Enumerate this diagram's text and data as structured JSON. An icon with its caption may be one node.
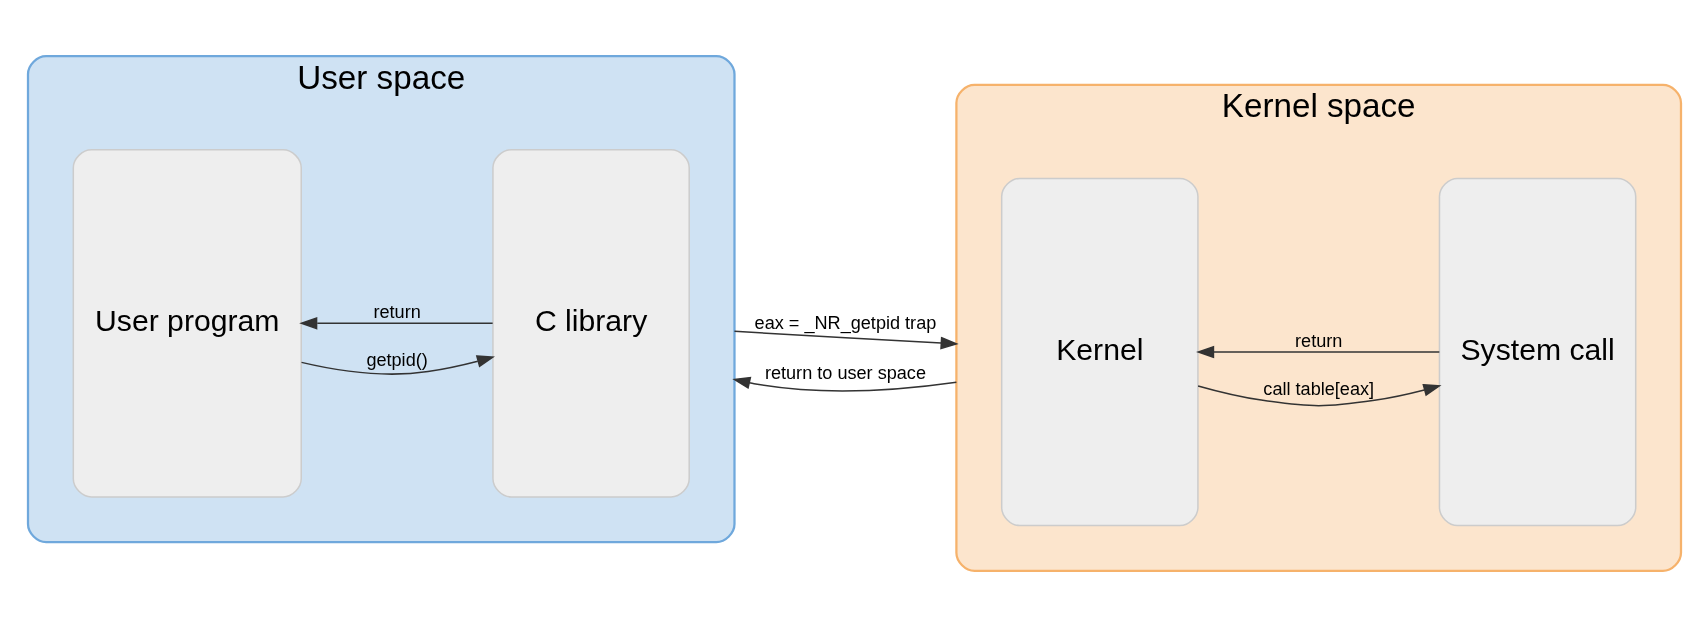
{
  "diagram": {
    "nodes": [
      {
        "text": [
          "User space"
        ]
      },
      {
        "text": [
          "User program"
        ],
        "in": 0
      },
      {
        "text": [
          "C library"
        ],
        "in": 0
      },
      {
        "text": [
          "Kernel space"
        ]
      },
      {
        "text": [
          "Kernel"
        ],
        "in": 3
      },
      {
        "text": [
          "System call"
        ],
        "in": 3
      }
    ],
    "edges": [
      {
        "from": 1,
        "to": 2,
        "arrow": "to",
        "label": "getpid()"
      },
      {
        "from": 2,
        "to": 1,
        "arrow": "to",
        "label": "return"
      },
      {
        "from": 0,
        "to": 3,
        "arrow": "to",
        "label": "eax = _NR_getpid trap"
      },
      {
        "from": 3,
        "to": 0,
        "arrow": "to",
        "label": "return to user space"
      },
      {
        "from": 4,
        "to": 5,
        "arrow": "to",
        "label": "call table[eax]"
      },
      {
        "from": 5,
        "to": 4,
        "arrow": "to",
        "label": "return"
      }
    ]
  }
}
